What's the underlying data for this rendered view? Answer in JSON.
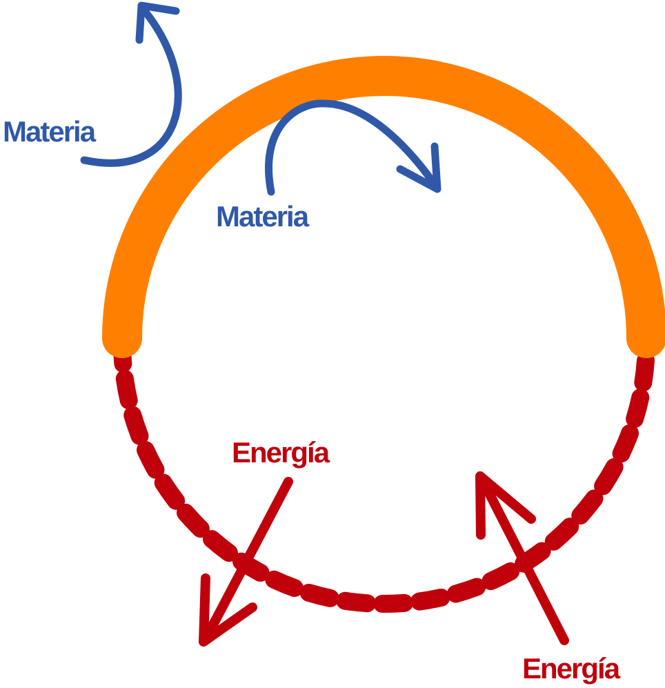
{
  "colors": {
    "open_boundary": "#ff8000",
    "closed_boundary": "#c0000b",
    "matter": "#2f59a8",
    "energy": "#c0000b"
  },
  "labels": {
    "matter_out": "Materia",
    "matter_in": "Materia",
    "energy_out": "Energía",
    "energy_in": "Energía"
  }
}
